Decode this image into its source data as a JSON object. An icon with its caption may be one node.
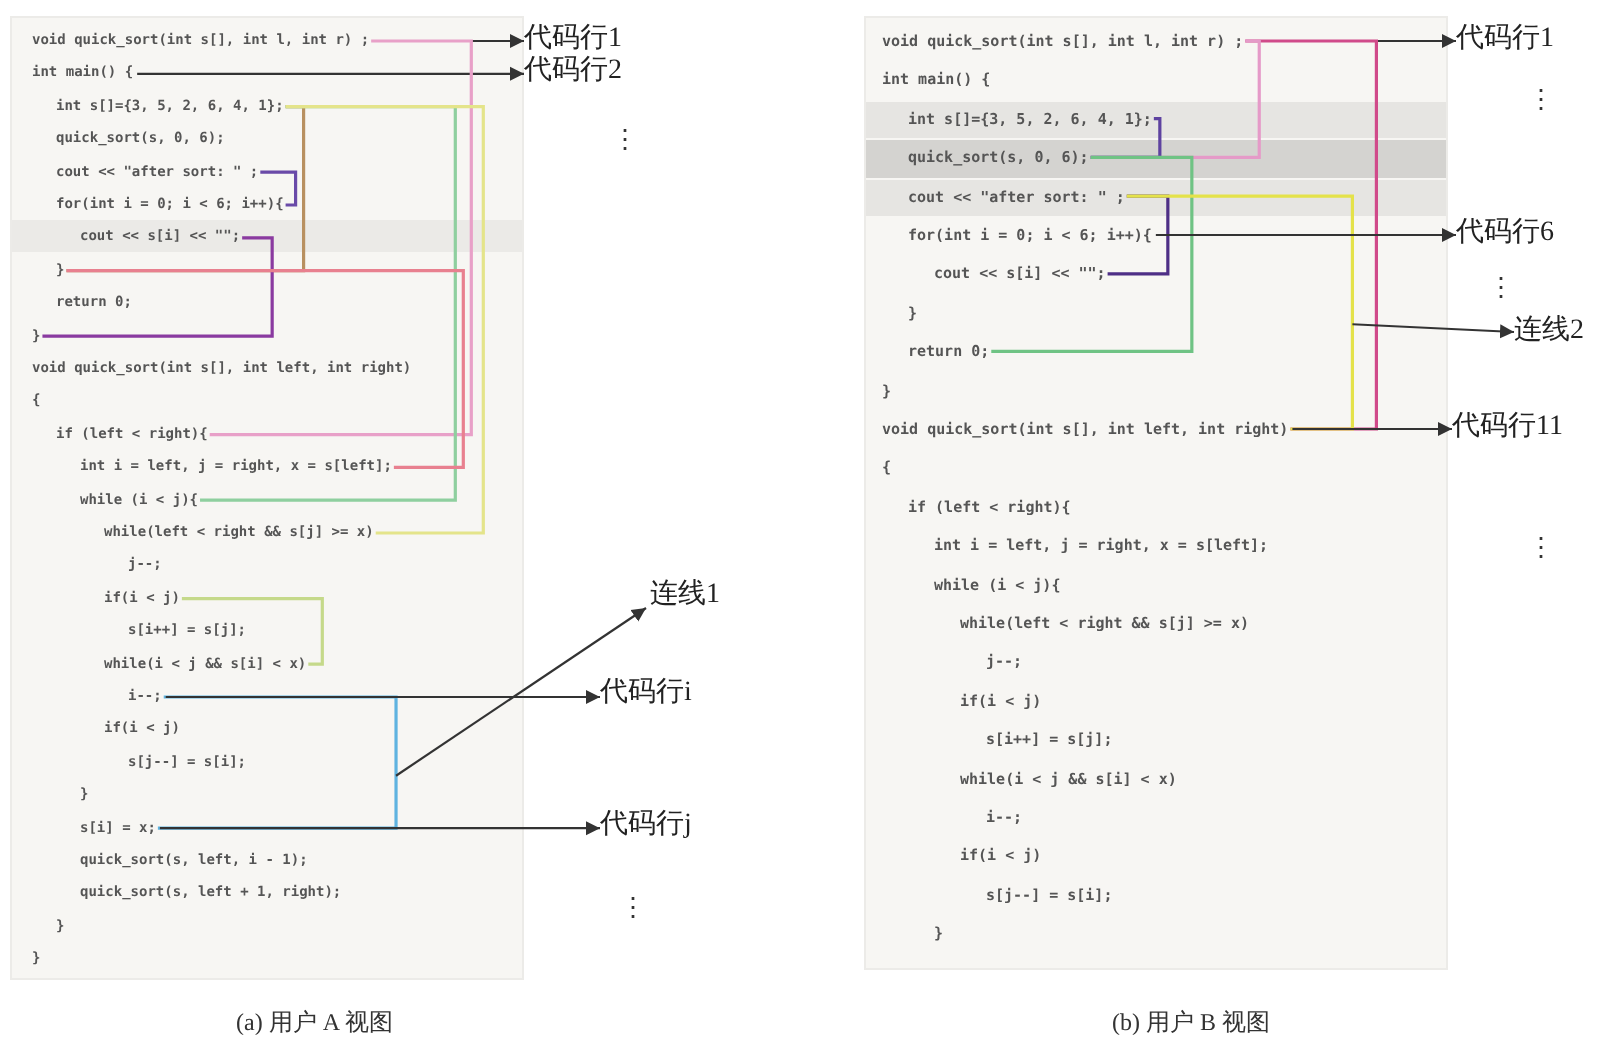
{
  "diagram": {
    "nodes": [
      {
        "text": [],
        "shape": "box"
      },
      {
        "text": [
          "void quick_sort(int s[], int l, int r) ;"
        ],
        "in": 0
      },
      {
        "text": [
          "int main() {"
        ],
        "in": 0
      },
      {
        "text": [
          "int s[]={3, 5, 2, 6, 4, 1};"
        ],
        "in": 0
      },
      {
        "text": [
          "quick_sort(s, 0, 6);"
        ],
        "in": 0
      },
      {
        "text": [
          "cout << \"after sort: \" ;"
        ],
        "in": 0
      },
      {
        "text": [
          "for(int i = 0; i < 6; i++){"
        ],
        "in": 0
      },
      {
        "text": [
          "cout << s[i] << \"\";"
        ],
        "in": 0
      },
      {
        "text": [
          "}"
        ],
        "in": 0
      },
      {
        "text": [
          "return 0;"
        ],
        "in": 0
      },
      {
        "text": [
          "}"
        ],
        "in": 0
      },
      {
        "text": [
          "void quick_sort(int s[], int left, int right)"
        ],
        "in": 0
      },
      {
        "text": [
          "{"
        ],
        "in": 0
      },
      {
        "text": [
          "if (left < right){"
        ],
        "in": 0
      },
      {
        "text": [
          "int i = left, j = right, x = s[left];"
        ],
        "in": 0
      },
      {
        "text": [
          "while (i < j){"
        ],
        "in": 0
      },
      {
        "text": [
          "while(left < right && s[j] >= x)"
        ],
        "in": 0
      },
      {
        "text": [
          "j--;"
        ],
        "in": 0
      },
      {
        "text": [
          "if(i < j)"
        ],
        "in": 0
      },
      {
        "text": [
          "s[i++] = s[j];"
        ],
        "in": 0
      },
      {
        "text": [
          "while(i < j && s[i] < x)"
        ],
        "in": 0
      },
      {
        "text": [
          "i--;"
        ],
        "in": 0
      },
      {
        "text": [
          "if(i < j)"
        ],
        "in": 0
      },
      {
        "text": [
          "s[j--] = s[i];"
        ],
        "in": 0
      },
      {
        "text": [
          "}"
        ],
        "in": 0
      },
      {
        "text": [
          "s[i] = x;"
        ],
        "in": 0
      },
      {
        "text": [
          "quick_sort(s, left, i - 1);"
        ],
        "in": 0
      },
      {
        "text": [
          "quick_sort(s, left + 1, right);"
        ],
        "in": 0
      },
      {
        "text": [
          "}"
        ],
        "in": 0
      },
      {
        "text": [
          "}"
        ],
        "in": 0
      },
      {
        "text": [],
        "shape": "box"
      },
      {
        "text": [
          "void quick_sort(int s[], int l, int r) ;"
        ],
        "in": 30
      },
      {
        "text": [
          "int main() {"
        ],
        "in": 30
      },
      {
        "text": [
          "int s[]={3, 5, 2, 6, 4, 1};"
        ],
        "in": 30
      },
      {
        "text": [
          "quick_sort(s, 0, 6);"
        ],
        "in": 30
      },
      {
        "text": [
          "cout << \"after sort: \" ;"
        ],
        "in": 30
      },
      {
        "text": [
          "for(int i = 0; i < 6; i++){"
        ],
        "in": 30
      },
      {
        "text": [
          "cout << s[i] << \"\";"
        ],
        "in": 30
      },
      {
        "text": [
          "}"
        ],
        "in": 30
      },
      {
        "text": [
          "return 0;"
        ],
        "in": 30
      },
      {
        "text": [
          "}"
        ],
        "in": 30
      },
      {
        "text": [
          "void quick_sort(int s[], int left, int right)"
        ],
        "in": 30
      },
      {
        "text": [
          "{"
        ],
        "in": 30
      },
      {
        "text": [
          "if (left < right){"
        ],
        "in": 30
      },
      {
        "text": [
          "int i = left, j = right, x = s[left];"
        ],
        "in": 30
      },
      {
        "text": [
          "while (i < j){"
        ],
        "in": 30
      },
      {
        "text": [
          "while(left < right && s[j] >= x)"
        ],
        "in": 30
      },
      {
        "text": [
          "j--;"
        ],
        "in": 30
      },
      {
        "text": [
          "if(i < j)"
        ],
        "in": 30
      },
      {
        "text": [
          "s[i++] = s[j];"
        ],
        "in": 30
      },
      {
        "text": [
          "while(i < j && s[i] < x)"
        ],
        "in": 30
      },
      {
        "text": [
          "i--;"
        ],
        "in": 30
      },
      {
        "text": [
          "if(i < j)"
        ],
        "in": 30
      },
      {
        "text": [
          "s[j--] = s[i];"
        ],
        "in": 30
      },
      {
        "text": [
          "}"
        ],
        "in": 30
      },
      {
        "text": [
          "代码行1"
        ]
      },
      {
        "text": [
          "代码行2"
        ]
      },
      {
        "text": [
          "连线1"
        ]
      },
      {
        "text": [
          "代码行i"
        ]
      },
      {
        "text": [
          "代码行j"
        ]
      },
      {
        "text": [
          "代码行1"
        ]
      },
      {
        "text": [
          "代码行6"
        ]
      },
      {
        "text": [
          "连线2"
        ]
      },
      {
        "text": [
          "代码行11"
        ]
      }
    ],
    "edges": [
      {
        "from": 1,
        "to": 55,
        "arrow": "to"
      },
      {
        "from": 2,
        "to": 56,
        "arrow": "to"
      },
      {
        "from": 1,
        "to": 13,
        "arrow": "none",
        "color": "#e8a0c8"
      },
      {
        "from": 3,
        "to": 8,
        "arrow": "none",
        "color": "#b89060"
      },
      {
        "from": 5,
        "to": 6,
        "arrow": "none",
        "color": "#6a4aa8"
      },
      {
        "from": 7,
        "to": 10,
        "arrow": "none",
        "color": "#8a3aa0"
      },
      {
        "from": 3,
        "to": 15,
        "arrow": "none",
        "color": "#8fcf9f"
      },
      {
        "from": 3,
        "to": 16,
        "arrow": "none",
        "color": "#e4e48a"
      },
      {
        "from": 8,
        "to": 14,
        "arrow": "none",
        "color": "#e8808f"
      },
      {
        "from": 18,
        "to": 20,
        "arrow": "none",
        "color": "#c5d98a"
      },
      {
        "from": 21,
        "to": 25,
        "arrow": "none",
        "color": "#5fb3e0"
      },
      {
        "from": 21,
        "to": 58,
        "arrow": "to"
      },
      {
        "from": 25,
        "to": 59,
        "arrow": "to"
      },
      {
        "from": null,
        "to": 57,
        "arrow": "to"
      },
      {
        "from": 31,
        "to": 60,
        "arrow": "to"
      },
      {
        "from": 31,
        "to": 41,
        "arrow": "none",
        "color": "#d04a8a"
      },
      {
        "from": 31,
        "to": 34,
        "arrow": "none",
        "color": "#e59ac8"
      },
      {
        "from": 33,
        "to": 34,
        "arrow": "none",
        "color": "#5e42a0"
      },
      {
        "from": 35,
        "to": 37,
        "arrow": "none",
        "color": "#4e2f86"
      },
      {
        "from": 34,
        "to": 39,
        "arrow": "none",
        "color": "#6fc384"
      },
      {
        "from": 35,
        "to": 41,
        "arrow": "none",
        "color": "#e4e24a"
      },
      {
        "from": 36,
        "to": 61,
        "arrow": "to"
      },
      {
        "from": 41,
        "to": 63,
        "arrow": "to"
      },
      {
        "from": null,
        "to": 62,
        "arrow": "to"
      }
    ],
    "labels": [
      "⋮",
      "⋮",
      "⋮",
      "⋮",
      "⋮",
      "(a) 用户 A 视图",
      "(b) 用户 B 视图"
    ]
  }
}
